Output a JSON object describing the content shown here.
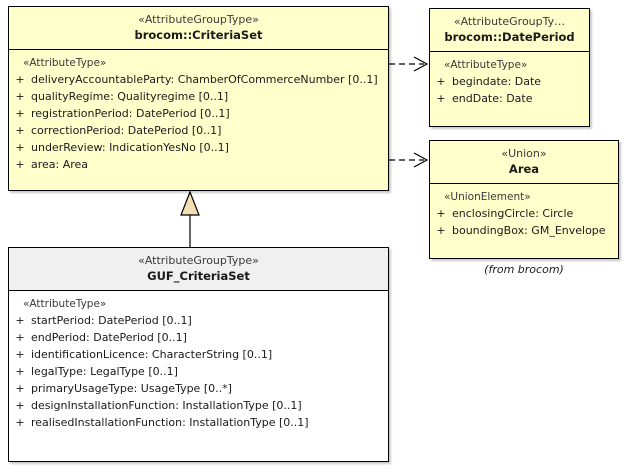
{
  "diagram": {
    "type": "uml-class-diagram",
    "background": "#ffffff",
    "cream_fill": "#ffffcc",
    "gray_fill": "#f0f0f0",
    "white_fill": "#ffffff",
    "border_color": "#000000"
  },
  "classes": {
    "criteria_set": {
      "stereotype": "«AttributeGroupType»",
      "name": "brocom::CriteriaSet",
      "body_stereotype": "«AttributeType»",
      "attributes": [
        {
          "visibility": "+",
          "text": "deliveryAccountableParty: ChamberOfCommerceNumber [0..1]"
        },
        {
          "visibility": "+",
          "text": "qualityRegime: Qualityregime [0..1]"
        },
        {
          "visibility": "+",
          "text": "registrationPeriod: DatePeriod [0..1]"
        },
        {
          "visibility": "+",
          "text": "correctionPeriod: DatePeriod [0..1]"
        },
        {
          "visibility": "+",
          "text": "underReview: IndicationYesNo [0..1]"
        },
        {
          "visibility": "+",
          "text": "area: Area"
        }
      ]
    },
    "date_period": {
      "stereotype": "«AttributeGroupTy…",
      "name": "brocom::DatePeriod",
      "body_stereotype": "«AttributeType»",
      "attributes": [
        {
          "visibility": "+",
          "text": "begindate: Date"
        },
        {
          "visibility": "+",
          "text": "endDate: Date"
        }
      ]
    },
    "area": {
      "stereotype": "«Union»",
      "name": "Area",
      "body_stereotype": "«UnionElement»",
      "attributes": [
        {
          "visibility": "+",
          "text": "enclosingCircle: Circle"
        },
        {
          "visibility": "+",
          "text": "boundingBox: GM_Envelope"
        }
      ],
      "caption": "(from brocom)"
    },
    "guf_criteria_set": {
      "stereotype": "«AttributeGroupType»",
      "name": "GUF_CriteriaSet",
      "body_stereotype": "«AttributeType»",
      "attributes": [
        {
          "visibility": "+",
          "text": "startPeriod: DatePeriod [0..1]"
        },
        {
          "visibility": "+",
          "text": "endPeriod: DatePeriod [0..1]"
        },
        {
          "visibility": "+",
          "text": "identificationLicence: CharacterString [0..1]"
        },
        {
          "visibility": "+",
          "text": "legalType: LegalType [0..1]"
        },
        {
          "visibility": "+",
          "text": "primaryUsageType: UsageType [0..*]"
        },
        {
          "visibility": "+",
          "text": "designInstallationFunction: InstallationType [0..1]"
        },
        {
          "visibility": "+",
          "text": "realisedInstallationFunction: InstallationType [0..1]"
        }
      ]
    }
  },
  "relationships": [
    {
      "kind": "generalization",
      "from": "GUF_CriteriaSet",
      "to": "brocom::CriteriaSet",
      "line": "solid",
      "arrow": "hollow-triangle"
    },
    {
      "kind": "dependency",
      "from": "brocom::CriteriaSet",
      "to": "brocom::DatePeriod",
      "line": "dashed",
      "arrow": "open"
    },
    {
      "kind": "dependency",
      "from": "brocom::CriteriaSet",
      "to": "Area",
      "line": "dashed",
      "arrow": "open"
    }
  ]
}
